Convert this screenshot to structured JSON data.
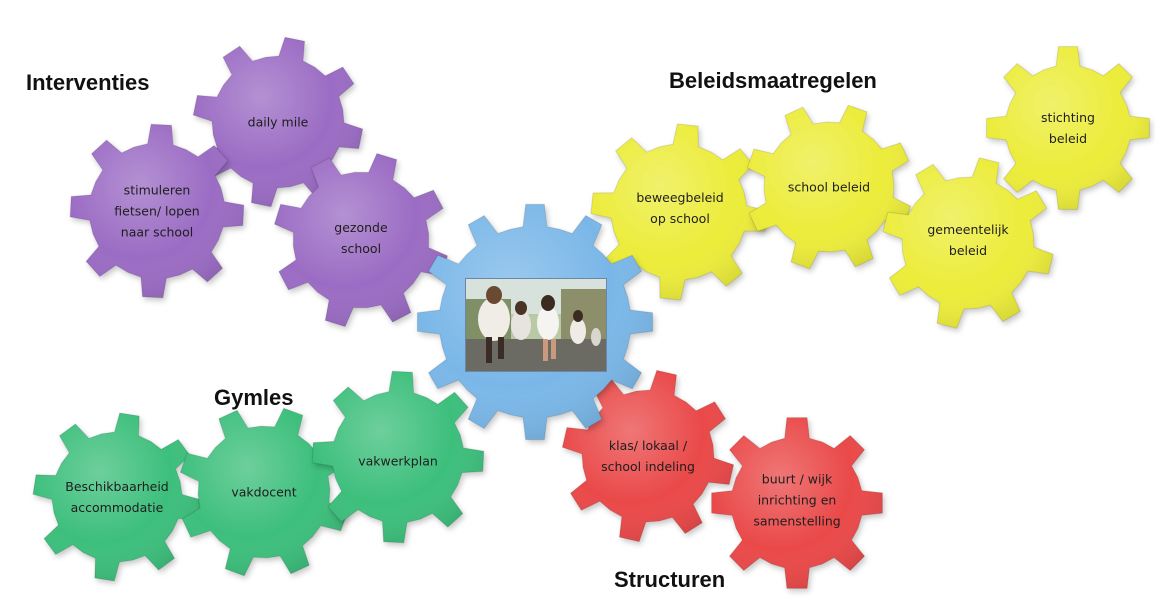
{
  "headings": {
    "interventies": "Interventies",
    "beleidsmaatregelen": "Beleidsmaatregelen",
    "gymles": "Gymles",
    "structuren": "Structuren"
  },
  "colors": {
    "interventies": "#9b6cc4",
    "beleidsmaatregelen": "#ecec3a",
    "gymles": "#3cbf7c",
    "structuren": "#ea4848",
    "center": "#7ab7e8"
  },
  "gears": {
    "daily_mile": [
      "daily mile"
    ],
    "stimuleren": [
      "stimuleren",
      "fietsen/ lopen",
      "naar school"
    ],
    "gezonde_school": [
      "gezonde",
      "school"
    ],
    "beweegbeleid": [
      "beweegbeleid",
      "op school"
    ],
    "school_beleid": [
      "school beleid"
    ],
    "stichting_beleid": [
      "stichting",
      "beleid"
    ],
    "gemeentelijk_beleid": [
      "gemeentelijk",
      "beleid"
    ],
    "beschikbaarheid": [
      "Beschikbaarheid",
      "accommodatie"
    ],
    "vakdocent": [
      "vakdocent"
    ],
    "vakwerkplan": [
      "vakwerkplan"
    ],
    "klas_lokaal": [
      "klas/ lokaal /",
      "school indeling"
    ],
    "buurt_wijk": [
      "buurt / wijk",
      "inrichting en",
      "samenstelling"
    ]
  },
  "center_image": "photo of children running outdoors"
}
